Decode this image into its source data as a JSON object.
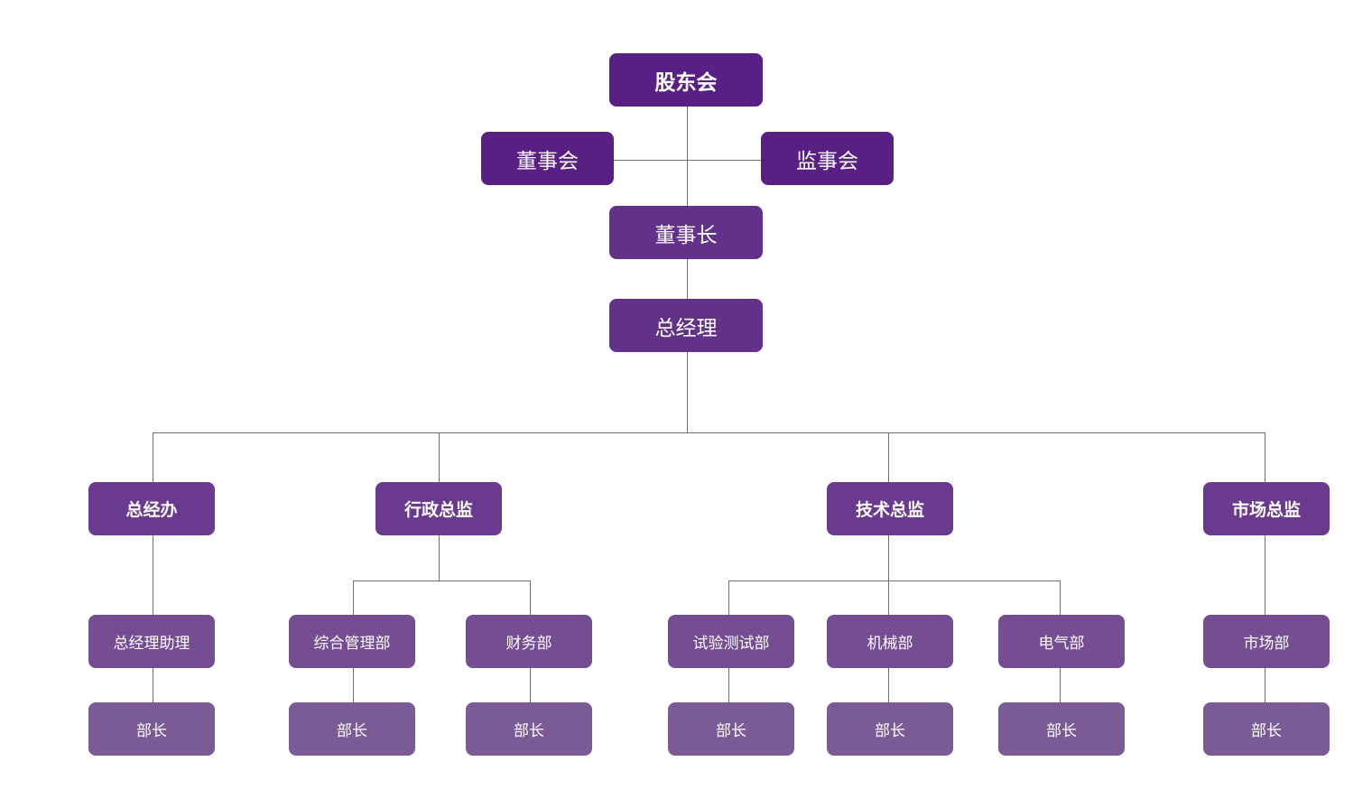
{
  "colors": {
    "level1": "#5a1f85",
    "level2": "#62318a",
    "level3": "#693a8d",
    "level4": "#744d92",
    "level5": "#7a5b95",
    "line": "#6e6e6e"
  },
  "nodes": {
    "gudonghui": "股东会",
    "dongshihui": "董事会",
    "jianshihui": "监事会",
    "dongshizhang": "董事长",
    "zongjingli": "总经理",
    "zongjingban": "总经办",
    "xingzheng": "行政总监",
    "jishu": "技术总监",
    "shichang": "市场总监",
    "zhuli": "总经理助理",
    "zonghe": "综合管理部",
    "caiwu": "财务部",
    "shiyan": "试验测试部",
    "jixie": "机械部",
    "dianqi": "电气部",
    "shichangbu": "市场部",
    "buzhang": "部长"
  }
}
